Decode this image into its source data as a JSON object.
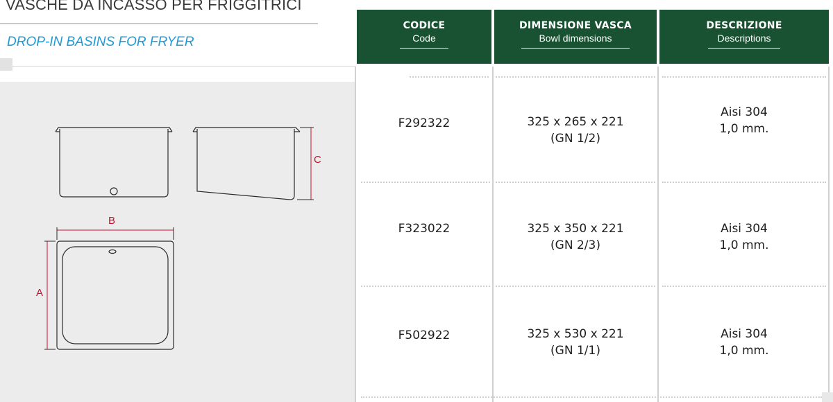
{
  "header": {
    "title_it": "VASCHE DA INCASSO PER FRIGGITRICI",
    "title_en": "DROP-IN BASINS FOR FRYER"
  },
  "drawing": {
    "label_a": "A",
    "label_b": "B",
    "label_c": "C"
  },
  "table": {
    "columns": [
      {
        "main": "CODICE",
        "sub": "Code"
      },
      {
        "main": "DIMENSIONE VASCA",
        "sub": "Bowl dimensions"
      },
      {
        "main": "DESCRIZIONE",
        "sub": "Descriptions"
      }
    ],
    "rows": [
      {
        "code": "F292322",
        "dim": "325 x 265 x 221",
        "gn": "(GN 1/2)",
        "material": "Aisi 304",
        "thickness": "1,0 mm."
      },
      {
        "code": "F323022",
        "dim": "325 x 350 x 221",
        "gn": "(GN 2/3)",
        "material": "Aisi 304",
        "thickness": "1,0 mm."
      },
      {
        "code": "F502922",
        "dim": "325 x 530 x 221",
        "gn": "(GN 1/1)",
        "material": "Aisi 304",
        "thickness": "1,0 mm."
      }
    ]
  },
  "colors": {
    "header_green": "#195232",
    "subtitle_blue": "#1f9ad6",
    "dimension_red": "#c8102e"
  }
}
